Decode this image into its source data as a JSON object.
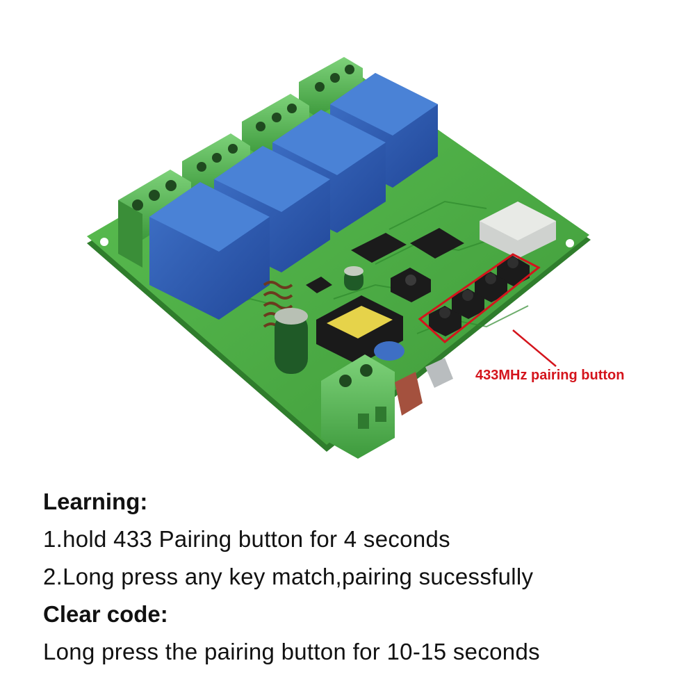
{
  "callout": {
    "label": "433MHz pairing button",
    "color": "#d4141c"
  },
  "board": {
    "pcb_color": "#4fae45",
    "relay_color": "#2f5fb3",
    "terminal_color": "#5cb85c",
    "relay_count": 4,
    "button_count": 4
  },
  "instructions": {
    "learning_heading": "Learning:",
    "learning_steps": [
      "1.hold 433 Pairing button for 4 seconds",
      "2.Long press any key match,pairing sucessfully"
    ],
    "clear_heading": "Clear code:",
    "clear_steps": [
      "Long press the pairing button for 10-15 seconds"
    ]
  }
}
